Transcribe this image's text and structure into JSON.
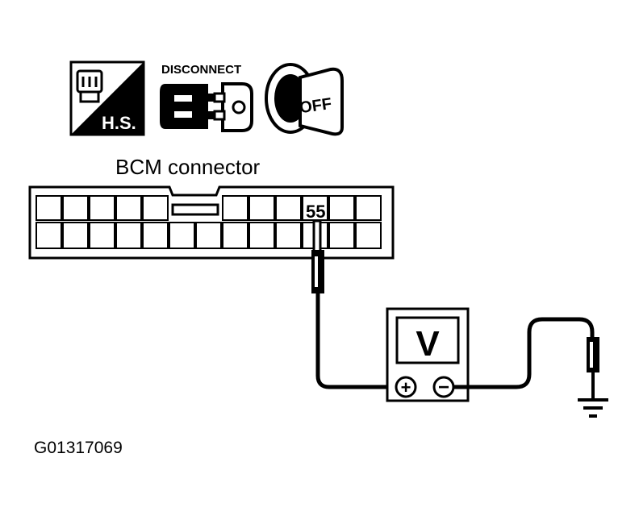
{
  "icons": {
    "hs_label": "H.S.",
    "disconnect_label": "DISCONNECT",
    "ignition_label": "OFF"
  },
  "connector": {
    "title": "BCM connector",
    "pin_label": "55"
  },
  "meter": {
    "symbol": "V",
    "positive": "+",
    "negative": "−"
  },
  "figure_id": "G01317069",
  "colors": {
    "ink": "#000000",
    "paper": "#ffffff"
  }
}
